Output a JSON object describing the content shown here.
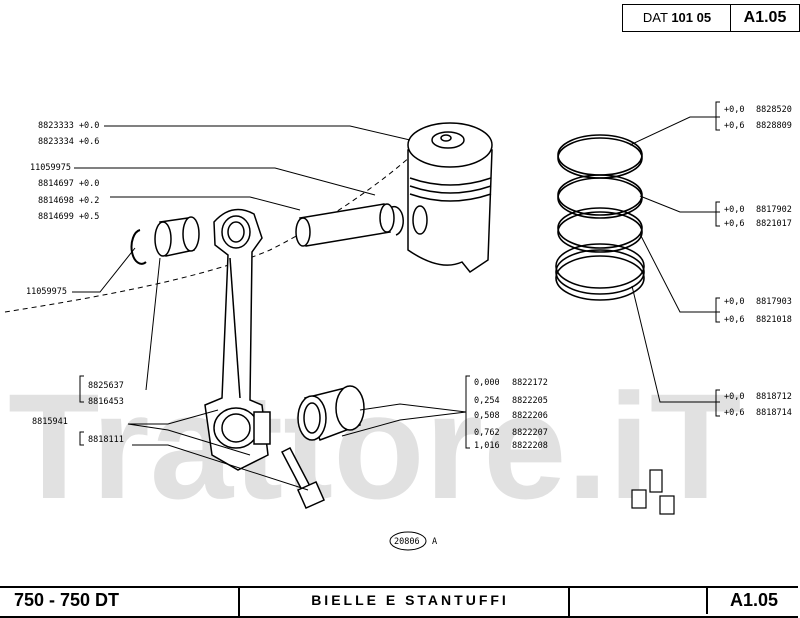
{
  "header": {
    "dat_prefix": "DAT",
    "dat_number": "101 05",
    "code": "A1.05"
  },
  "footer": {
    "model": "750 - 750 DT",
    "title": "BIELLE E STANTUFFI",
    "code": "A1.05"
  },
  "watermark": "Trattore.iT",
  "figure_number": "20806",
  "figure_suffix": "A",
  "callouts": {
    "pin_bushing_top": [
      "8823333 +0.0",
      "8823334 +0.6"
    ],
    "snap_ring_top": "11059975",
    "pin_group": [
      "8814697 +0.0",
      "8814698 +0.2",
      "8814699 +0.5"
    ],
    "snap_ring_left": "11059975",
    "bushing_group": [
      "8825637",
      "8816453"
    ],
    "conrod": "8815941",
    "bolt": "8818111",
    "bearings": [
      {
        "size": "0,000",
        "part": "8822172"
      },
      {
        "size": "0,254",
        "part": "8822205"
      },
      {
        "size": "0,508",
        "part": "8822206"
      },
      {
        "size": "0,762",
        "part": "8822207"
      },
      {
        "size": "1,016",
        "part": "8822208"
      }
    ],
    "ring1": [
      {
        "size": "+0,0",
        "part": "8828520"
      },
      {
        "size": "+0,6",
        "part": "8828809"
      }
    ],
    "ring2": [
      {
        "size": "+0,0",
        "part": "8817902"
      },
      {
        "size": "+0,6",
        "part": "8821017"
      }
    ],
    "ring3": [
      {
        "size": "+0,0",
        "part": "8817903"
      },
      {
        "size": "+0,6",
        "part": "8821018"
      }
    ],
    "ring4": [
      {
        "size": "+0,0",
        "part": "8818712"
      },
      {
        "size": "+0,6",
        "part": "8818714"
      }
    ]
  }
}
